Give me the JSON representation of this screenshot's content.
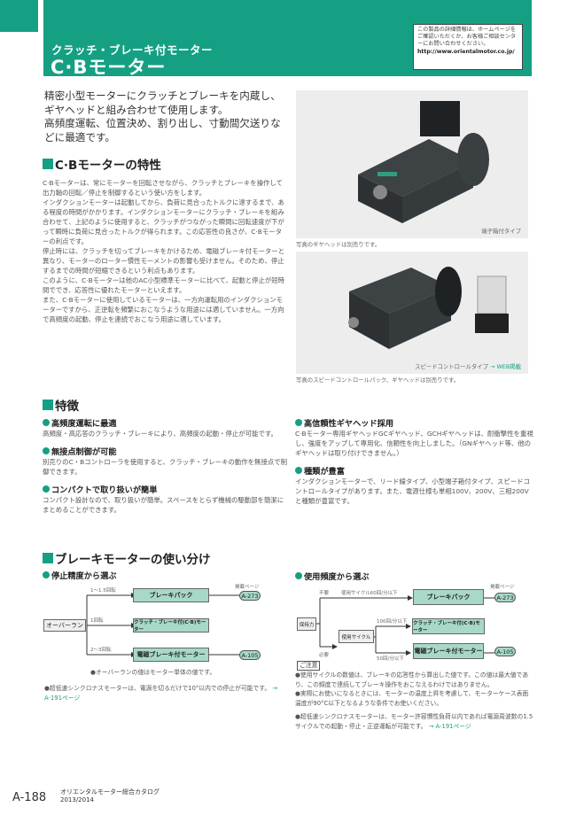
{
  "header": {
    "subtitle": "クラッチ・ブレーキ付モーター",
    "title": "C·Bモーター",
    "accent_color": "#15a083",
    "info_box": {
      "text": "この製品の詳細情報は、ホームページをご確認いただくか、お客様ご相談センターにお問い合わせください。",
      "url": "http://www.orientalmotor.co.jp/"
    }
  },
  "intro": {
    "line1": "精密小型モーターにクラッチとブレーキを内蔵し、ギヤヘッドと組み合わせて使用します。",
    "line2": "高頻度運転、位置決め、割り出し、寸動間欠送りなどに最適です。"
  },
  "characteristics": {
    "heading": "C·Bモーターの特性",
    "paragraphs": [
      "C·Bモーターは、常にモーターを回転させながら、クラッチとブレーキを操作して出力軸の回転／停止を制御するという使い方をします。",
      "インダクションモーターは起動してから、負荷に見合ったトルクに達するまで、ある程度の時間がかかります。インダクションモーターにクラッチ・ブレーキを組み合わせて、上記のように使用すると、クラッチがつながった瞬間に回転速度が下がって瞬時に負荷に見合ったトルクが得られます。この応答性の良さが、C·Bモーターの利点です。",
      "停止時には、クラッチを切ってブレーキをかけるため、電磁ブレーキ付モーターと異なり、モーターのローター慣性モーメントの影響も受けません。そのため、停止するまでの時間が短縮できるという利点もあります。",
      "このように、C·Bモーターは他のAC小型標準モーターに比べて、起動と停止が短時間ででき、応答性に優れたモーターといえます。",
      "また、C·Bモーターに使用しているモーターは、一方向運転用のインダクションモーターですから、正逆転を頻繁におこなうような用途には適していません。一方向で高頻度の起動、停止を連続でおこなう用途に適しています。"
    ]
  },
  "photos": [
    {
      "label": "端子箱付タイプ",
      "caption": "写真のギヤヘッドは別売りです。"
    },
    {
      "label": "スピードコントロールタイプ",
      "link": "→ WEB掲載",
      "caption": "写真のスピードコントロールパック、ギヤヘッドは別売りです。"
    }
  ],
  "features": {
    "heading": "特徴",
    "items": [
      {
        "title": "高頻度運転に最適",
        "text": "高頻度・高応答のクラッチ・ブレーキにより、高頻度の起動・停止が可能です。"
      },
      {
        "title": "無接点制御が可能",
        "text": "別売りのC・Bコントローラを使用すると、クラッチ・ブレーキの動作を無接点で制御できます。"
      },
      {
        "title": "コンパクトで取り扱いが簡単",
        "text": "コンパクト設計なので、取り扱いが簡単。スペースをとらず機械の駆動部を簡潔にまとめることができます。"
      },
      {
        "title": "高信頼性ギヤヘッド採用",
        "text": "C·Bモーター専用ギヤヘッドGCギヤヘッド、GCHギヤヘッドは、耐衝撃性を重視し、強度をアップして専用化、信頼性を向上しました。（GNギヤヘッド等、他のギヤヘッドは取り付けできません。）"
      },
      {
        "title": "種類が豊富",
        "text": "インダクションモーターで、リード線タイプ、小型端子箱付タイプ、スピードコントロールタイプがあります。また、電源仕様も単相100V、200V、三相200Vと種類が豊富です。"
      }
    ]
  },
  "usage": {
    "heading": "ブレーキモーターの使い分け",
    "by_precision": {
      "heading": "停止精度から選ぶ",
      "source": "オーバーラン",
      "page_label": "掲載ページ",
      "branches": [
        {
          "condition": "1〜1.5回転",
          "target": "ブレーキパック",
          "page": "A-273"
        },
        {
          "condition": "1回転",
          "target": "クラッチ・ブレーキ付(C·B)モーター",
          "page": ""
        },
        {
          "condition": "2〜3回転",
          "target": "電磁ブレーキ付モーター",
          "page": "A-105"
        }
      ],
      "footnote": "●オーバーランの値はモーター単体の値です。",
      "note": "●超低速シンクロナスモーターは、電源を切るだけで10°以内での停止が可能です。",
      "note_link": "→ A-191ページ"
    },
    "by_frequency": {
      "heading": "使用頻度から選ぶ",
      "source": "保持力",
      "mid": "使用サイクル",
      "page_label": "掲載ページ",
      "not_needed": "不要",
      "needed": "必要",
      "branches": [
        {
          "condition": "使用サイクル60回/分以下",
          "target": "ブレーキパック",
          "page": "A-273"
        },
        {
          "condition": "100回/分以下",
          "target": "クラッチ・ブレーキ付(C·B)モーター",
          "page": ""
        },
        {
          "condition": "50回/分以下",
          "target": "電磁ブレーキ付モーター",
          "page": "A-105"
        }
      ],
      "caution_title": "ご注意",
      "cautions": [
        "●使用サイクルの数値は、ブレーキの応答性から算出した値です。この値は最大値であり、この頻度で連続してブレーキ操作をおこなえるわけではありません。",
        "●実際にお使いになるときには、モーターの温度上昇を考慮して、モーターケース表面温度が90°C以下となるような条件でお使いください。"
      ],
      "note": "●超低速シンクロナスモーターは、モーター許容慣性負荷以内であれば電源周波数の1.5サイクルでの起動・停止・正逆運転が可能です。",
      "note_link": "→ A-191ページ"
    }
  },
  "footer": {
    "page": "A-188",
    "catalog": "オリエンタルモーター総合カタログ",
    "year": "2013/2014"
  }
}
